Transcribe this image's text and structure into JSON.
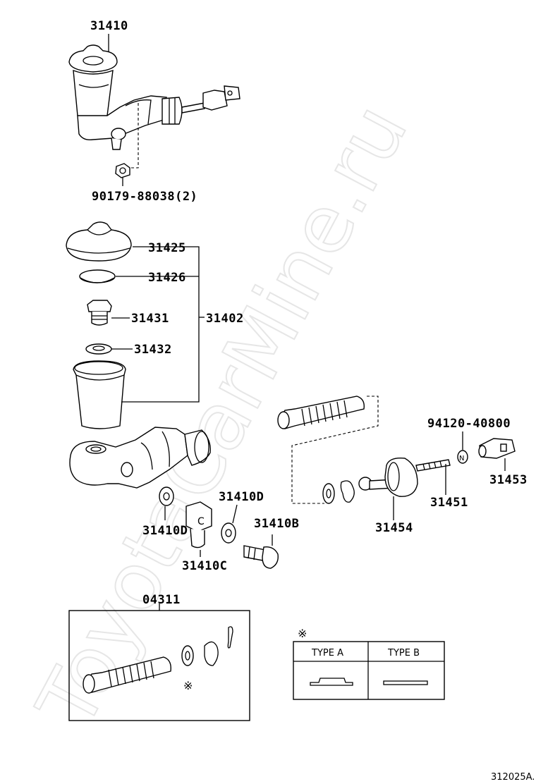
{
  "watermark": "ToyotaCarMine.ru",
  "part_numbers": {
    "p31410": "31410",
    "p90179": "90179-88038(2)",
    "p31425": "31425",
    "p31426": "31426",
    "p31431": "31431",
    "p31402": "31402",
    "p31432": "31432",
    "p94120": "94120-40800",
    "p31453": "31453",
    "p31451": "31451",
    "p31454": "31454",
    "p31410D_right": "31410D",
    "p31410D_left": "31410D",
    "p31410B": "31410B",
    "p31410C": "31410C",
    "p04311": "04311"
  },
  "kit_mark": "※",
  "legend": {
    "mark": "※",
    "type_a": "TYPE A",
    "type_b": "TYPE B"
  },
  "figure_code": "312025A."
}
